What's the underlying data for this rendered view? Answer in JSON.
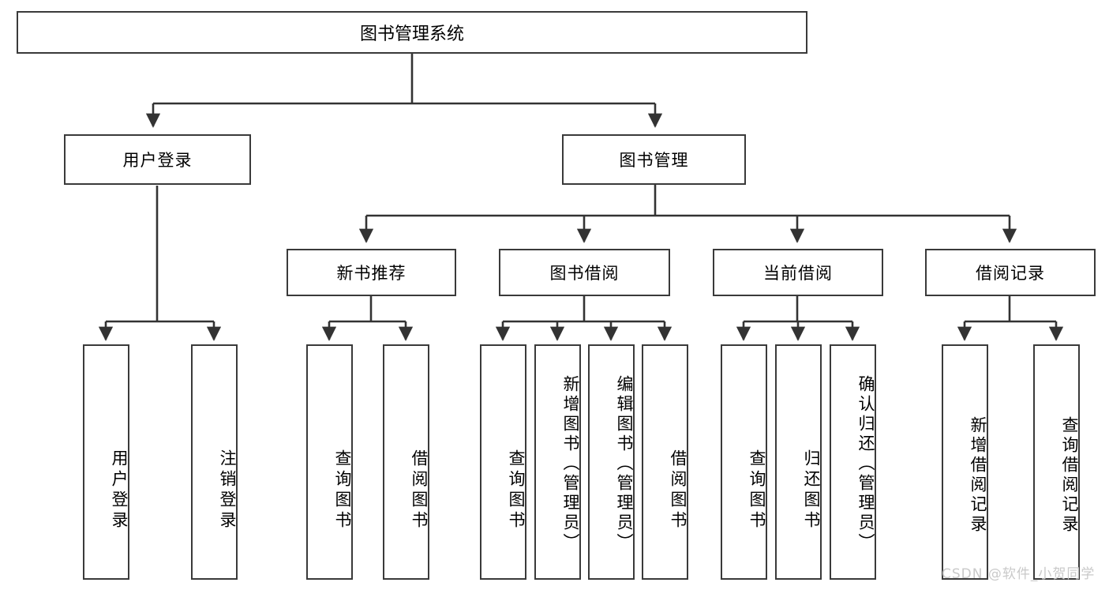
{
  "diagram": {
    "type": "tree",
    "title": "图书管理系统",
    "watermark": "CSDN @软件_小贺同学",
    "colors": {
      "border": "#3a3a3a",
      "fill": "#ffffff",
      "line": "#333333",
      "watermark": "#c9c9c9"
    },
    "nodes": {
      "root": {
        "label": "图书管理系统"
      },
      "level2": [
        {
          "id": "user-login",
          "label": "用户登录"
        },
        {
          "id": "book-manage",
          "label": "图书管理"
        }
      ],
      "level3": [
        {
          "id": "new-book-recommend",
          "label": "新书推荐"
        },
        {
          "id": "book-borrow",
          "label": "图书借阅"
        },
        {
          "id": "current-borrow",
          "label": "当前借阅"
        },
        {
          "id": "borrow-record",
          "label": "借阅记录"
        }
      ],
      "leaves": {
        "user-login": [
          {
            "id": "leaf-user-login",
            "label": "用户登录"
          },
          {
            "id": "leaf-logout-login",
            "label": "注销登录"
          }
        ],
        "new-book-recommend": [
          {
            "id": "leaf-query-book-1",
            "label": "查询图书"
          },
          {
            "id": "leaf-borrow-book-1",
            "label": "借阅图书"
          }
        ],
        "book-borrow": [
          {
            "id": "leaf-query-book-2",
            "label": "查询图书"
          },
          {
            "id": "leaf-add-book",
            "label": "新增图书（管理员）"
          },
          {
            "id": "leaf-edit-book",
            "label": "编辑图书（管理员）"
          },
          {
            "id": "leaf-borrow-book-2",
            "label": "借阅图书"
          }
        ],
        "current-borrow": [
          {
            "id": "leaf-query-book-3",
            "label": "查询图书"
          },
          {
            "id": "leaf-return-book",
            "label": "归还图书"
          },
          {
            "id": "leaf-confirm-return",
            "label": "确认归还（管理员）"
          }
        ],
        "borrow-record": [
          {
            "id": "leaf-add-borrow-record",
            "label": "新增借阅记录"
          },
          {
            "id": "leaf-query-borrow-record",
            "label": "查询借阅记录"
          }
        ]
      }
    }
  }
}
